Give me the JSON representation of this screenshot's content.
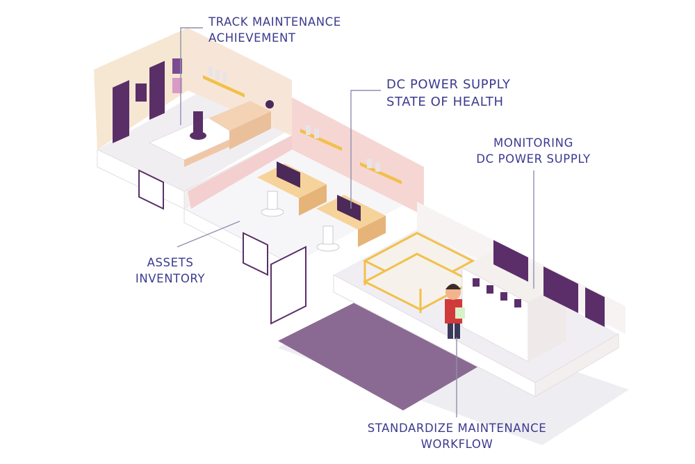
{
  "labels": {
    "track_maintenance": [
      "TRACK MAINTENANCE",
      "ACHIEVEMENT"
    ],
    "dc_power_health": [
      "DC POWER SUPPLY",
      "STATE OF HEALTH"
    ],
    "monitoring_dc": [
      "MONITORING",
      "DC POWER SUPPLY"
    ],
    "assets_inventory": [
      "ASSETS",
      "INVENTORY"
    ],
    "standardize_workflow": [
      "STANDARDIZE MAINTENANCE",
      "WORKFLOW"
    ]
  },
  "colors": {
    "label_text": "#3b3a8e",
    "leader_line": "#8e8fb0",
    "wall_cream": "#f7ecdc",
    "wall_pink": "#f6d6d3",
    "floor_light": "#f2f1f4",
    "floor_purple": "#8a6a92",
    "cabinet_purple": "#5b2e6a",
    "shelf_yellow": "#f2c04a"
  }
}
